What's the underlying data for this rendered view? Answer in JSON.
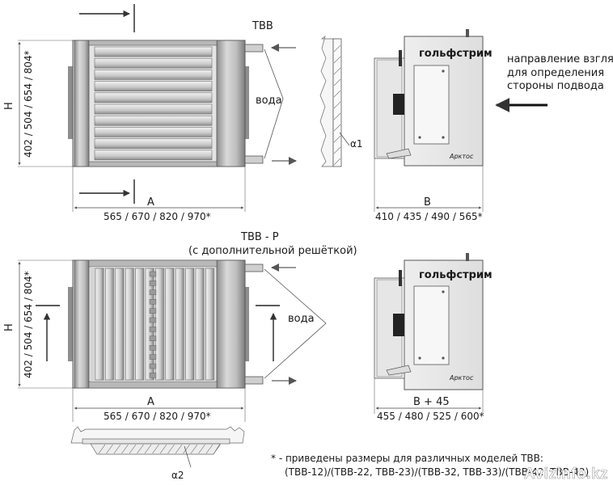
{
  "top": {
    "title": "ТВВ",
    "height_letter": "H",
    "height_values": "402 / 504 / 654 / 804*",
    "width_letter": "A",
    "width_values": "565 / 670 / 820 / 970*",
    "water": "вода",
    "alpha1": "α1",
    "side_letter": "B",
    "side_values": "410 / 435 / 490 / 565*",
    "brand": "гольфстрим",
    "logo": "Арктос",
    "view_note": [
      "направление взгляда",
      "для определения",
      "стороны подвода"
    ]
  },
  "bottom": {
    "title": "ТВВ - Р",
    "subtitle": "(с дополнительной решёткой)",
    "height_letter": "H",
    "height_values": "402 / 504 / 654 / 804*",
    "width_letter": "A",
    "width_values": "565 / 670 / 820 / 970*",
    "water": "вода",
    "alpha2": "α2",
    "side_letter": "B + 45",
    "side_values": "455 / 480 / 525 / 600*",
    "brand": "гольфстрим",
    "logo": "Арктос"
  },
  "footnote": {
    "line1": "* - приведены размеры для различных моделей ТВВ:",
    "line2": "(ТВВ-12)/(ТВВ-22, ТВВ-23)/(ТВВ-32, ТВВ-33)/(ТВВ-42, ТВВ-43)"
  },
  "watermark": "Avizinfo.kz"
}
